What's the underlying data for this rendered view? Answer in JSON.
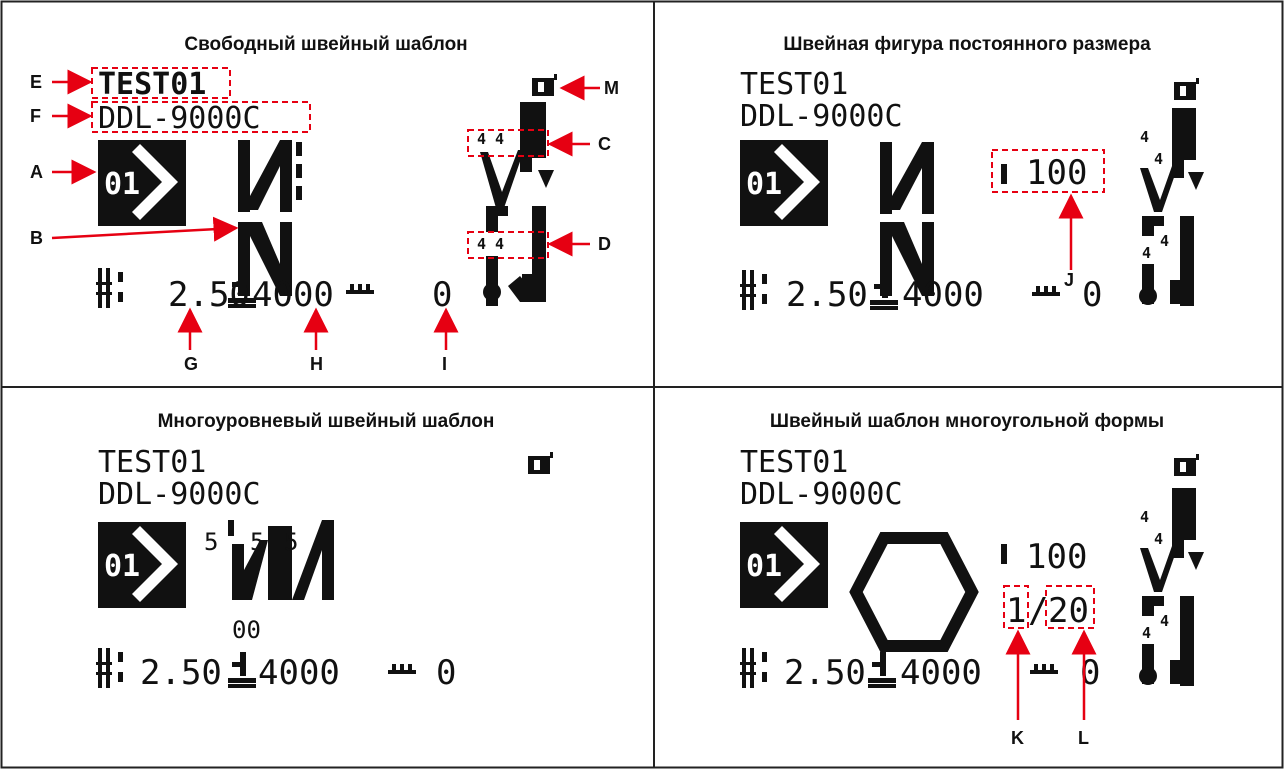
{
  "colors": {
    "accent": "#e60012",
    "ink": "#111111",
    "border": "#222222"
  },
  "panels": [
    {
      "title": "Свободный швейный шаблон",
      "display": {
        "name": "TEST01",
        "model": "DDL-9000C",
        "pattern_no": "01",
        "pitch": "2.50",
        "speed": "4000",
        "counter": "0",
        "bt_start": "4 4",
        "bt_end": "4 4"
      },
      "callouts": {
        "E": "E",
        "F": "F",
        "A": "A",
        "B": "B",
        "C": "C",
        "D": "D",
        "G": "G",
        "H": "H",
        "I": "I",
        "M": "M"
      }
    },
    {
      "title": "Швейная фигура постоянного размера",
      "display": {
        "name": "TEST01",
        "model": "DDL-9000C",
        "pattern_no": "01",
        "pitch": "2.50",
        "speed": "4000",
        "counter": "0",
        "stitch_count": "100",
        "bt_top": "4",
        "bt_top2": "4",
        "bt_bot": "4",
        "bt_bot2": "4"
      },
      "callouts": {
        "J": "J"
      }
    },
    {
      "title": "Многоуровневый швейный шаблон",
      "display": {
        "name": "TEST01",
        "model": "DDL-9000C",
        "pattern_no": "01",
        "pitch": "2.50",
        "speed": "4000",
        "counter": "0",
        "steps": [
          "5",
          "5",
          "5"
        ],
        "step_value": "00"
      }
    },
    {
      "title": "Швейный шаблон многоугольной формы",
      "display": {
        "name": "TEST01",
        "model": "DDL-9000C",
        "pattern_no": "01",
        "pitch": "2.50",
        "speed": "4000",
        "counter": "0",
        "stitch_count": "100",
        "step_current": "1",
        "step_sep": "/",
        "step_total": "20",
        "bt_top": "4",
        "bt_top2": "4",
        "bt_bot": "4",
        "bt_bot2": "4"
      },
      "callouts": {
        "K": "K",
        "L": "L"
      }
    }
  ]
}
